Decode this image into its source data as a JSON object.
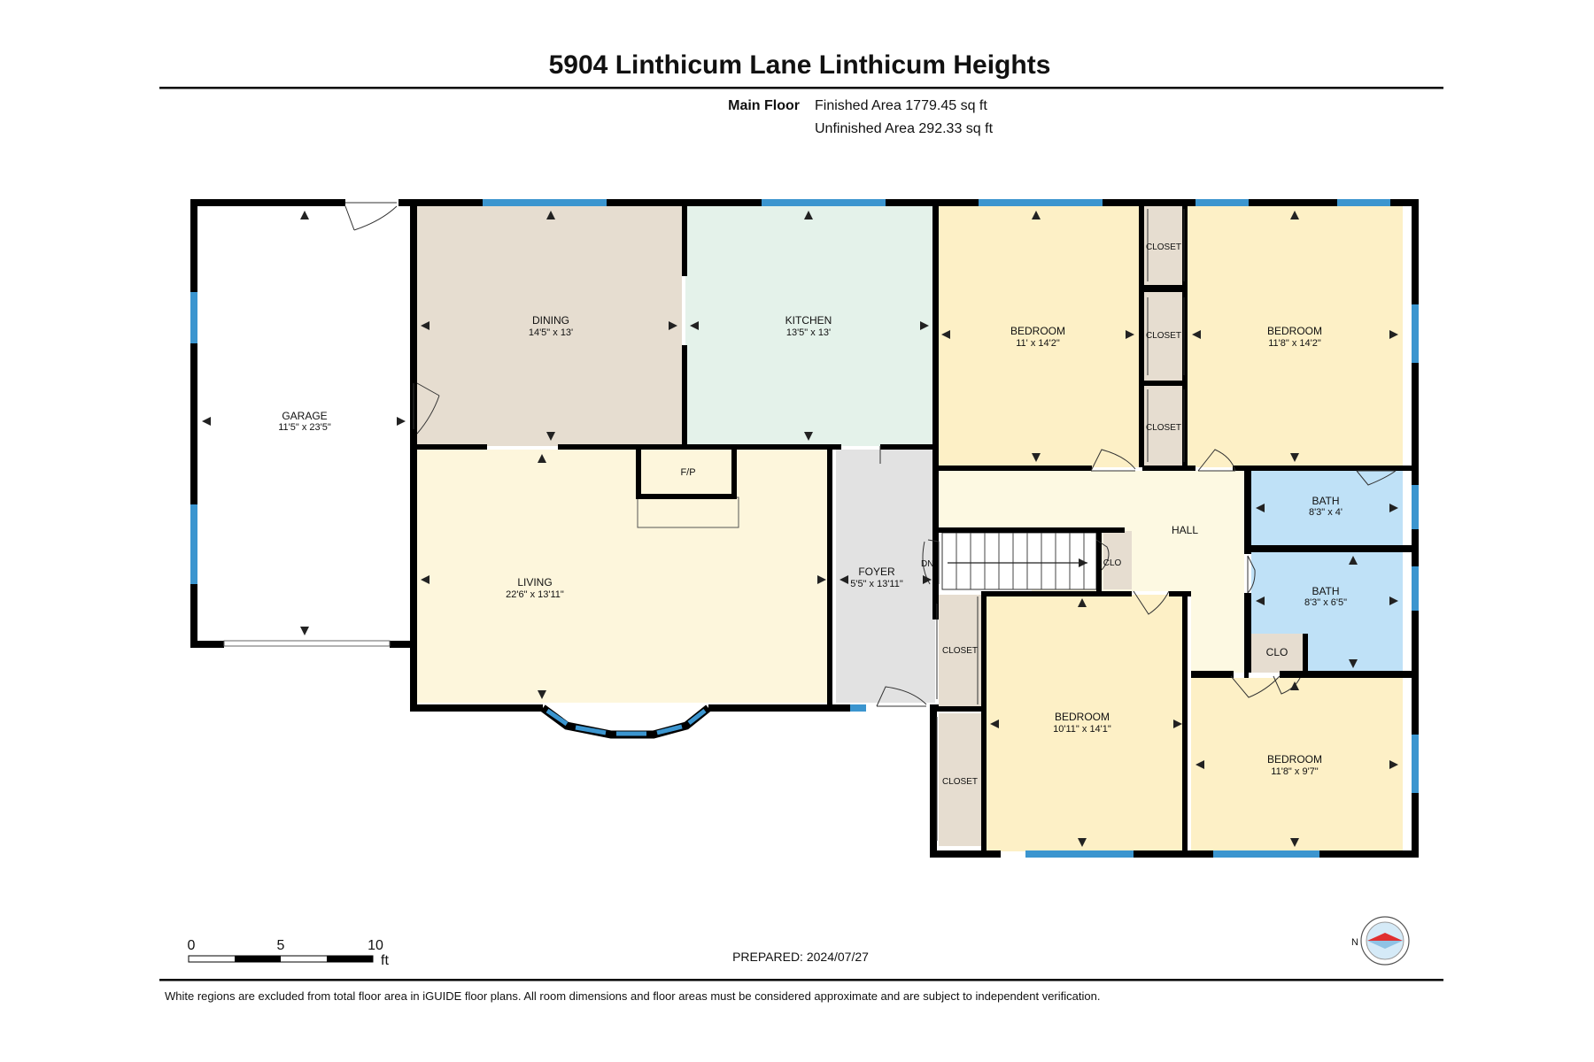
{
  "title": "5904 Linthicum Lane Linthicum Heights",
  "summary": {
    "floor": "Main Floor",
    "finished": "Finished Area 1779.45 sq ft",
    "unfinished": "Unfinished Area 292.33 sq ft"
  },
  "rooms": {
    "garage": {
      "name": "GARAGE",
      "dims": "11'5\" x 23'5\""
    },
    "dining": {
      "name": "DINING",
      "dims": "14'5\" x 13'"
    },
    "kitchen": {
      "name": "KITCHEN",
      "dims": "13'5\" x 13'"
    },
    "bedroom_1": {
      "name": "BEDROOM",
      "dims": "11' x 14'2\""
    },
    "bedroom_2": {
      "name": "BEDROOM",
      "dims": "11'8\" x 14'2\""
    },
    "living": {
      "name": "LIVING",
      "dims": "22'6\" x 13'11\""
    },
    "foyer": {
      "name": "FOYER",
      "dims": "5'5\" x 13'11\""
    },
    "hall": {
      "name": "HALL"
    },
    "bath_1": {
      "name": "BATH",
      "dims": "8'3\" x 4'"
    },
    "bath_2": {
      "name": "BATH",
      "dims": "8'3\" x 6'5\""
    },
    "bedroom_3": {
      "name": "BEDROOM",
      "dims": "10'11\" x 14'1\""
    },
    "bedroom_4": {
      "name": "BEDROOM",
      "dims": "11'8\" x 9'7\""
    },
    "fireplace": "F/P",
    "stairs": "DN",
    "closet": "CLOSET",
    "clo": "CLO"
  },
  "scale": {
    "ticks": [
      "0",
      "5",
      "10"
    ],
    "unit": "ft"
  },
  "prepared": "PREPARED: 2024/07/27",
  "compass": {
    "label": "N",
    "icon": "compass-north-icon"
  },
  "footer": "White regions are excluded from total floor area in iGUIDE floor plans. All room dimensions and floor areas must be considered approximate and are subject to independent verification.",
  "colors": {
    "garage": "#ffffff",
    "dining": "#e6ddd0",
    "kitchen": "#e4f2ea",
    "bedroom": "#fdf0c6",
    "living": "#fdf6dc",
    "foyer": "#e2e2e2",
    "hall": "#fdf9e2",
    "bath": "#bfe1f7",
    "closet": "#e6ddd0",
    "window": "#3b95cf",
    "wall": "#000000"
  }
}
